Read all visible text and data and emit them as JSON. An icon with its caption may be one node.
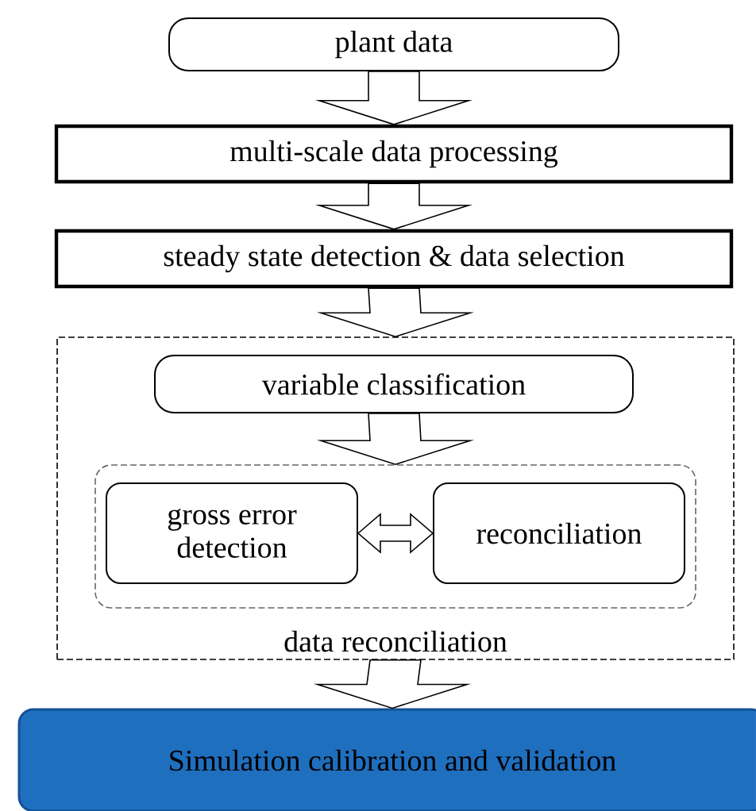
{
  "diagram": {
    "nodes": [
      {
        "text": [
          "plant data"
        ]
      },
      {
        "text": [
          "multi-scale data processing"
        ]
      },
      {
        "text": [
          "steady state detection & data selection"
        ]
      },
      {
        "text": [
          "data reconciliation"
        ]
      },
      {
        "text": [
          "variable classification"
        ],
        "in": 3
      },
      {
        "text": [],
        "shape": "box",
        "in": 3
      },
      {
        "text": [
          "gross error detection"
        ],
        "in": 5
      },
      {
        "text": [
          "reconciliation"
        ],
        "in": 5
      },
      {
        "text": [
          "Simulation calibration and validation"
        ]
      }
    ],
    "edges": [
      {
        "from": 0,
        "to": 1,
        "arrow": "to"
      },
      {
        "from": 1,
        "to": 2,
        "arrow": "to"
      },
      {
        "from": 2,
        "to": 3,
        "arrow": "to"
      },
      {
        "from": 4,
        "to": 5,
        "arrow": "to"
      },
      {
        "from": 6,
        "to": 7,
        "arrow": "both"
      },
      {
        "from": 3,
        "to": 8,
        "arrow": "to"
      }
    ]
  }
}
